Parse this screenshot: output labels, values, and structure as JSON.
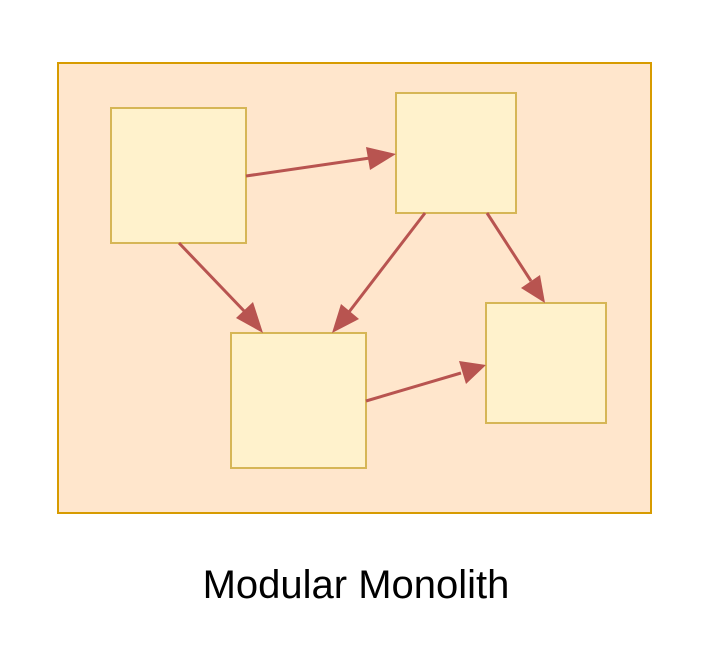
{
  "diagram": {
    "caption": "Modular Monolith",
    "colors": {
      "container_fill": "#ffe6cc",
      "container_stroke": "#d79b00",
      "module_fill": "#fff2cc",
      "module_stroke": "#d6b656",
      "arrow": "#b85450"
    },
    "modules": [
      {
        "id": "module-top-left"
      },
      {
        "id": "module-top-right"
      },
      {
        "id": "module-bottom-center"
      },
      {
        "id": "module-bottom-right"
      }
    ],
    "connections": [
      {
        "from": "module-top-left",
        "to": "module-top-right"
      },
      {
        "from": "module-top-left",
        "to": "module-bottom-center"
      },
      {
        "from": "module-top-right",
        "to": "module-bottom-center"
      },
      {
        "from": "module-top-right",
        "to": "module-bottom-right"
      },
      {
        "from": "module-bottom-center",
        "to": "module-bottom-right"
      }
    ]
  }
}
